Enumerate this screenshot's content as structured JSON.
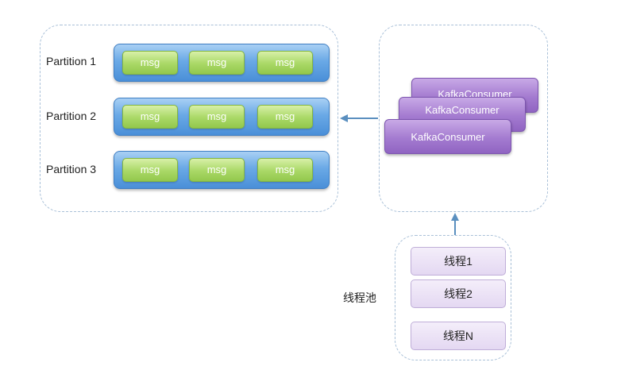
{
  "partitions": [
    {
      "label": "Partition 1",
      "messages": [
        "msg",
        "msg",
        "msg"
      ]
    },
    {
      "label": "Partition 2",
      "messages": [
        "msg",
        "msg",
        "msg"
      ]
    },
    {
      "label": "Partition 3",
      "messages": [
        "msg",
        "msg",
        "msg"
      ]
    }
  ],
  "consumers": [
    "KafkaConsumer",
    "KafkaConsumer",
    "KafkaConsumer"
  ],
  "thread_pool": {
    "label": "线程池",
    "threads": [
      "线程1",
      "线程2",
      "线程N"
    ]
  },
  "colors": {
    "partition_bar": "#5a9be0",
    "message": "#a9d866",
    "consumer": "#a47bd0",
    "thread": "#e8dff4",
    "dashed_border": "#a9c0d8",
    "arrow": "#5a8fbf"
  }
}
